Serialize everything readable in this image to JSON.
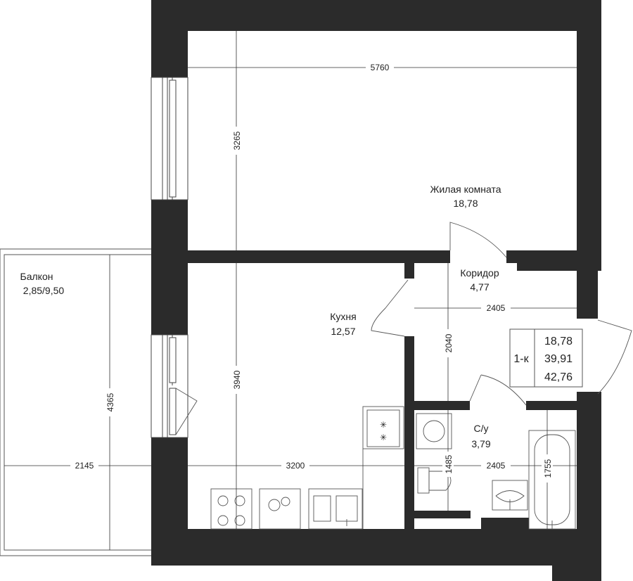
{
  "rooms": {
    "living": {
      "name": "Жилая комната",
      "area": "18,78"
    },
    "corridor": {
      "name": "Коридор",
      "area": "4,77"
    },
    "kitchen": {
      "name": "Кухня",
      "area": "12,57"
    },
    "bathroom": {
      "name": "С/у",
      "area": "3,79"
    },
    "balcony": {
      "name": "Балкон",
      "area": "2,85/9,50"
    }
  },
  "dimensions": {
    "living_width": "5760",
    "living_depth": "3265",
    "kitchen_depth": "3940",
    "kitchen_width": "3200",
    "corridor_width": "2405",
    "corridor_depth": "2040",
    "bath_width": "2405",
    "bath_depth_left": "1485",
    "bath_depth_right": "1755",
    "balcony_length": "4365",
    "balcony_width": "2145"
  },
  "summary": {
    "type": "1-к",
    "living_area": "18,78",
    "total_area": "39,91",
    "total_with_balcony": "42,76"
  }
}
